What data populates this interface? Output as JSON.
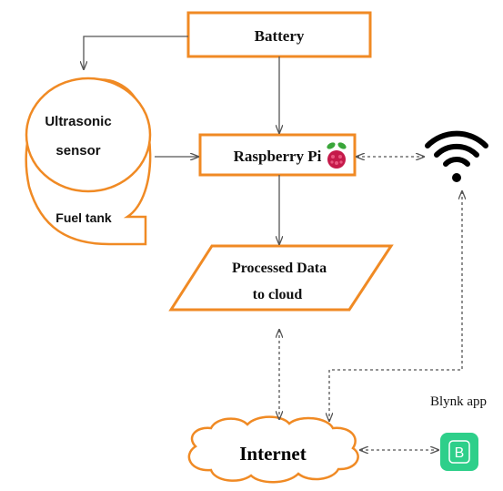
{
  "colors": {
    "accent": "#f08a24",
    "arrow": "#555555",
    "blynk_green": "#2ecf8a",
    "text": "#111111"
  },
  "nodes": {
    "battery": "Battery",
    "raspberry_pi": "Raspberry Pi",
    "ultrasonic_sensor": [
      "Ultrasonic",
      "sensor"
    ],
    "fuel_tank": "Fuel tank",
    "processed_data": [
      "Processed Data",
      "to cloud"
    ],
    "internet": "Internet",
    "blynk_app": "Blynk app",
    "blynk_logo_letter": "B"
  },
  "icons": {
    "raspberry": "raspberry-pi-logo-icon",
    "wifi": "wifi-icon",
    "cloud": "cloud-icon",
    "blynk": "blynk-app-icon"
  }
}
